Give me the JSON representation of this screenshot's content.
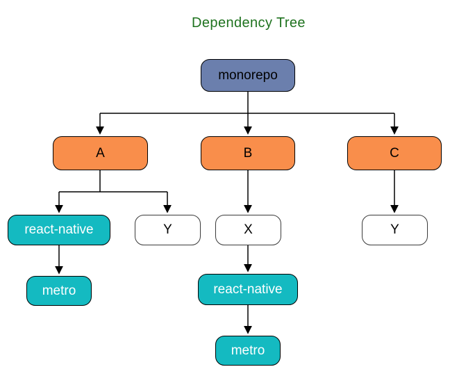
{
  "title": "Dependency Tree",
  "colors": {
    "title_text": "#1e721e",
    "root_fill": "#6b7fad",
    "package_fill": "#f98e4b",
    "dependency_fill": "#14bac1",
    "external_fill": "#ffffff",
    "edge": "#000000"
  },
  "nodes": [
    {
      "id": "monorepo",
      "label": "monorepo",
      "type": "root"
    },
    {
      "id": "a",
      "label": "A",
      "type": "package"
    },
    {
      "id": "b",
      "label": "B",
      "type": "package"
    },
    {
      "id": "c",
      "label": "C",
      "type": "package"
    },
    {
      "id": "react-native-a",
      "label": "react-native",
      "type": "dependency"
    },
    {
      "id": "y-a",
      "label": "Y",
      "type": "external"
    },
    {
      "id": "x-b",
      "label": "X",
      "type": "external"
    },
    {
      "id": "y-c",
      "label": "Y",
      "type": "external"
    },
    {
      "id": "metro-a",
      "label": "metro",
      "type": "dependency"
    },
    {
      "id": "react-native-b",
      "label": "react-native",
      "type": "dependency"
    },
    {
      "id": "metro-b",
      "label": "metro",
      "type": "dependency"
    }
  ],
  "edges": [
    {
      "from": "monorepo",
      "to": "a"
    },
    {
      "from": "monorepo",
      "to": "b"
    },
    {
      "from": "monorepo",
      "to": "c"
    },
    {
      "from": "a",
      "to": "react-native-a"
    },
    {
      "from": "a",
      "to": "y-a"
    },
    {
      "from": "b",
      "to": "x-b"
    },
    {
      "from": "c",
      "to": "y-c"
    },
    {
      "from": "react-native-a",
      "to": "metro-a"
    },
    {
      "from": "x-b",
      "to": "react-native-b"
    },
    {
      "from": "react-native-b",
      "to": "metro-b"
    }
  ]
}
